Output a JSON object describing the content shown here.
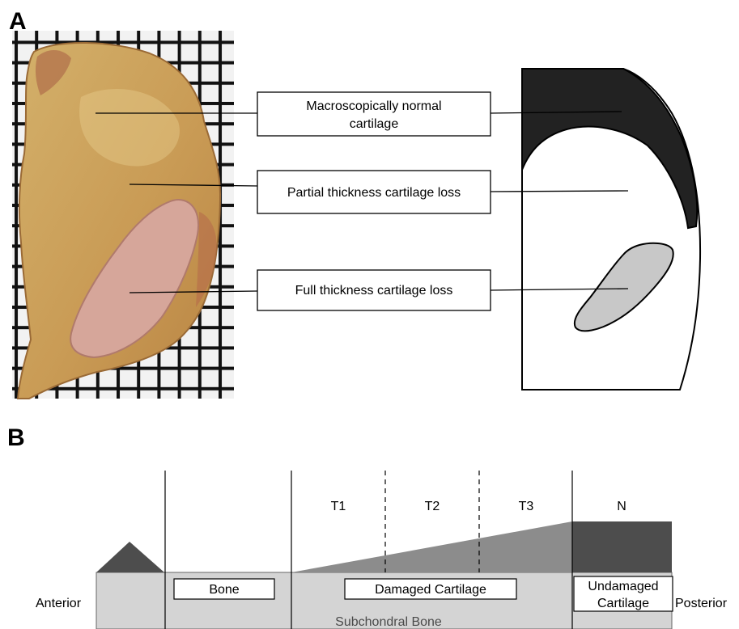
{
  "panel_a": {
    "label": "A",
    "callouts": [
      {
        "lines": [
          "Macroscopically normal",
          "cartilage"
        ]
      },
      {
        "lines": [
          "Partial thickness cartilage loss"
        ]
      },
      {
        "lines": [
          "Full thickness cartilage loss"
        ]
      }
    ],
    "colors": {
      "normal_region": "#222222",
      "partial_region": "#ffffff",
      "full_region": "#c8c8c8"
    }
  },
  "panel_b": {
    "label": "B",
    "zones": [
      "T1",
      "T2",
      "T3",
      "N"
    ],
    "anterior_label": "Anterior",
    "posterior_label": "Posterior",
    "boxes": {
      "bone": "Bone",
      "damaged": "Damaged Cartilage",
      "undamaged_lines": [
        "Undamaged",
        "Cartilage"
      ]
    },
    "subchondral_label": "Subchondral Bone",
    "colors": {
      "subchondral": "#d4d4d4",
      "damaged_cartilage": "#8c8c8c",
      "undamaged_cartilage": "#4d4d4d"
    }
  }
}
